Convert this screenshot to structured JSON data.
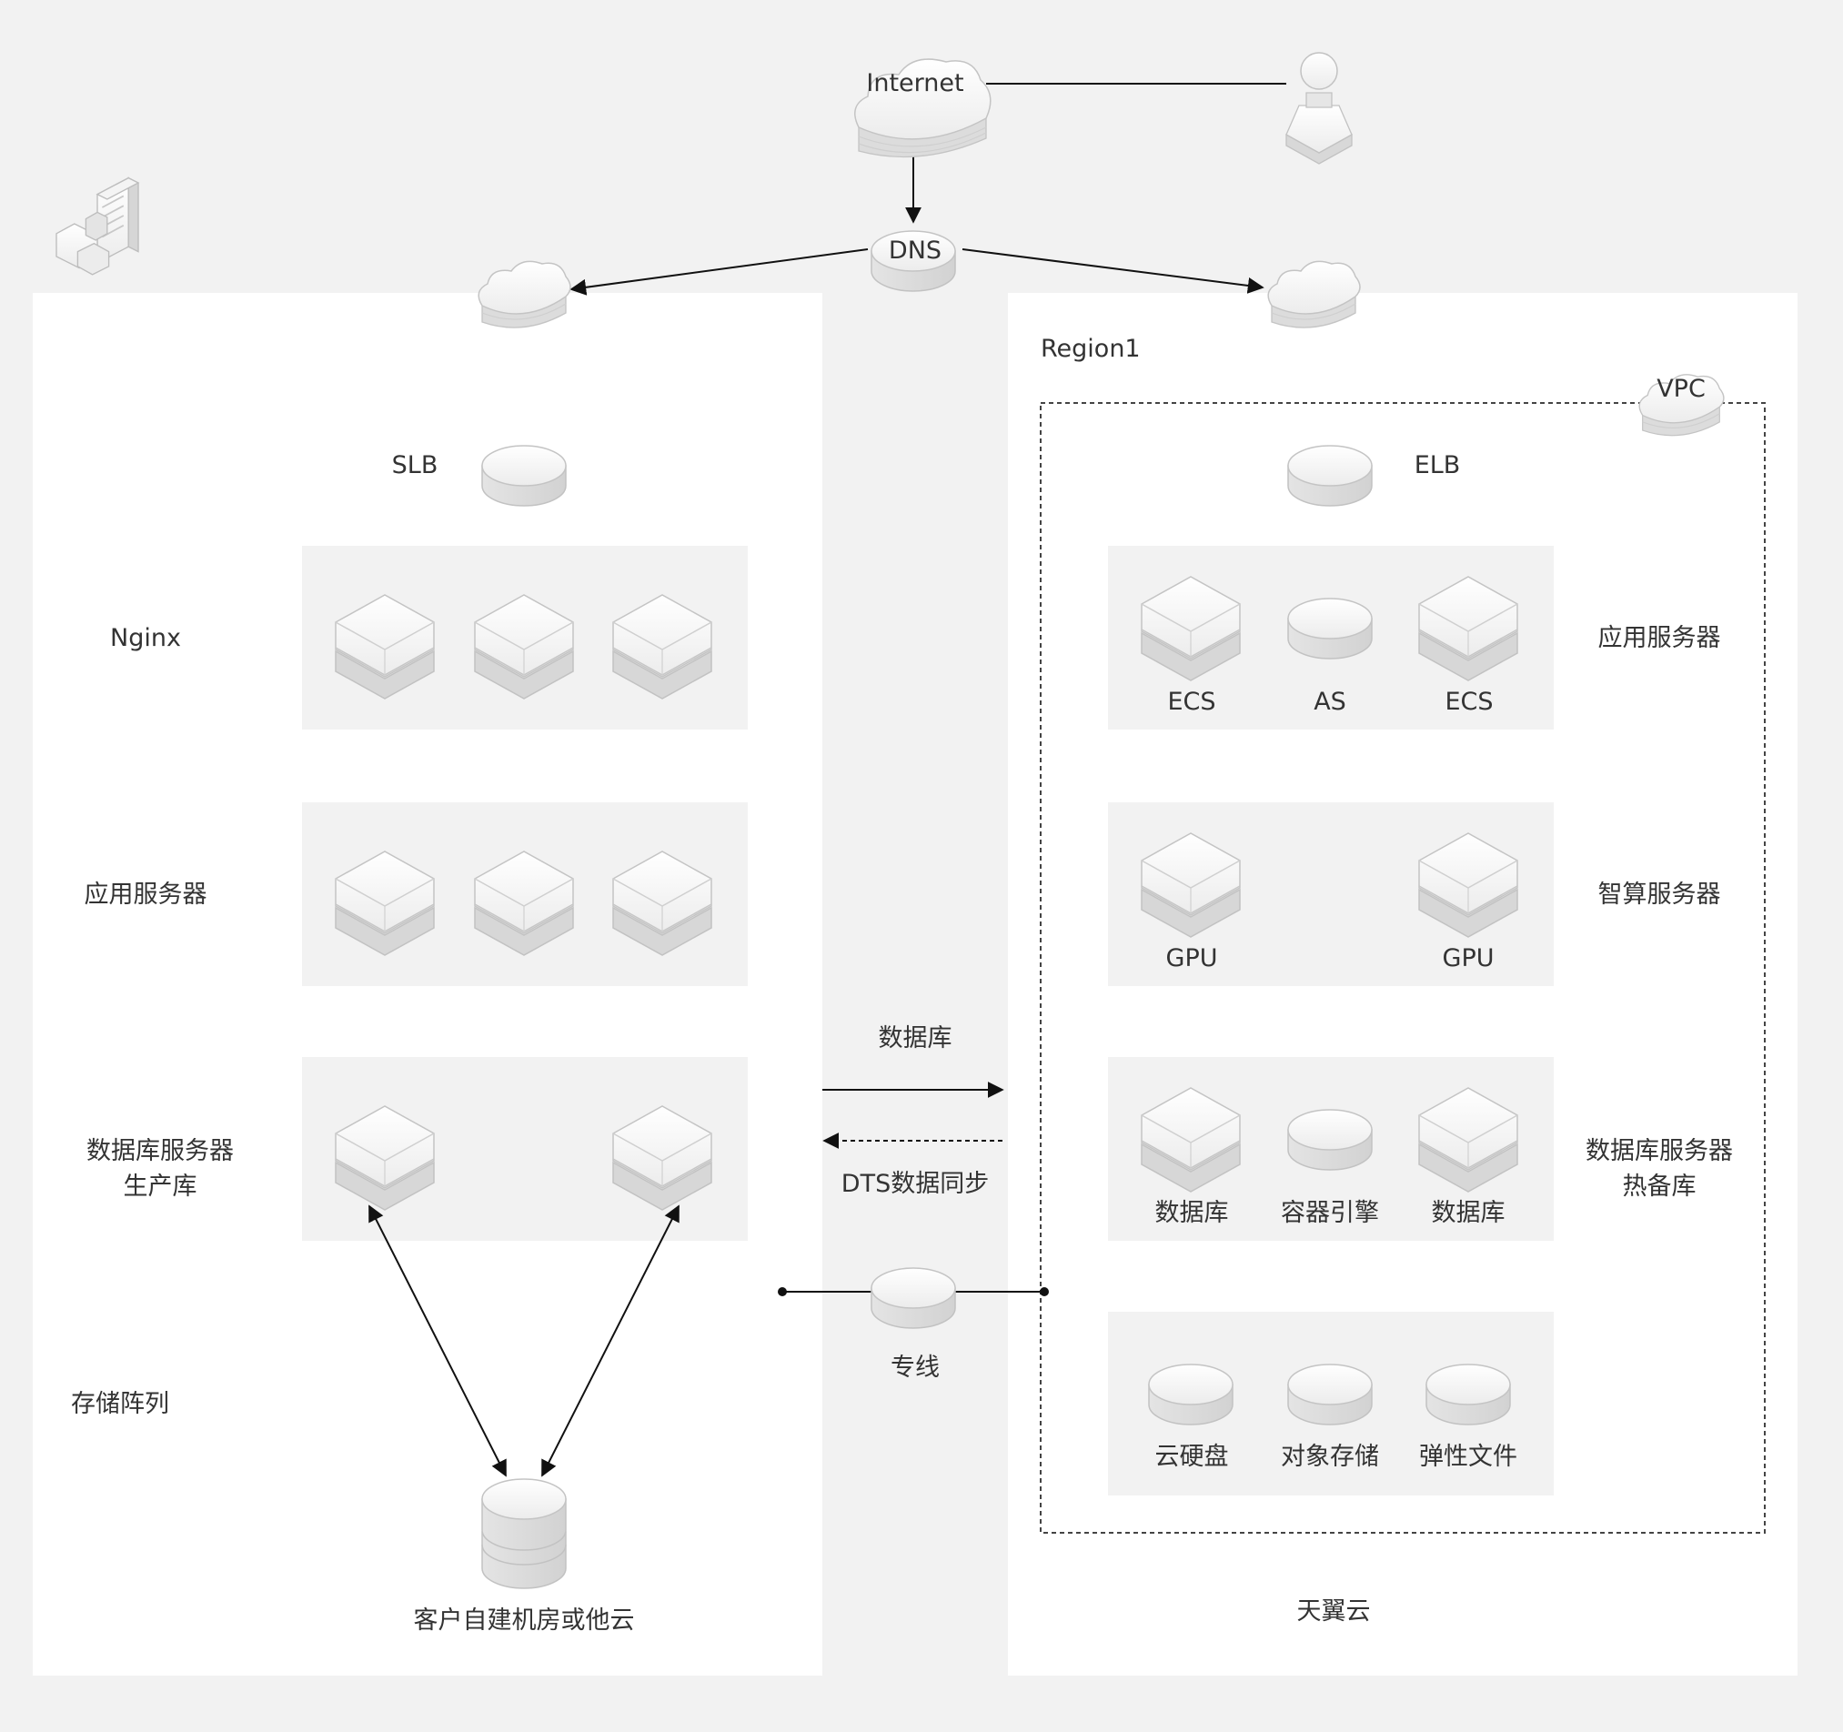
{
  "internet": {
    "label": "Internet"
  },
  "dns": {
    "label": "DNS"
  },
  "left_site": {
    "title": "客户自建机房或他云",
    "slb": "SLB",
    "nginx": "Nginx",
    "app_servers": "应用服务器",
    "db_servers": "数据库服务器\n生产库",
    "storage": "存储阵列"
  },
  "links": {
    "database": "数据库",
    "dts": "DTS数据同步",
    "dedicated_line": "专线"
  },
  "right_site": {
    "title": "天翼云",
    "region": "Region1",
    "vpc": "VPC",
    "elb": "ELB",
    "app_row": {
      "label": "应用服务器",
      "items": [
        "ECS",
        "AS",
        "ECS"
      ]
    },
    "ai_row": {
      "label": "智算服务器",
      "items": [
        "GPU",
        "GPU"
      ]
    },
    "db_row": {
      "label": "数据库服务器\n热备库",
      "items": [
        "数据库",
        "容器引擎",
        "数据库"
      ]
    },
    "storage_row": {
      "items": [
        "云硬盘",
        "对象存储",
        "弹性文件"
      ]
    }
  }
}
